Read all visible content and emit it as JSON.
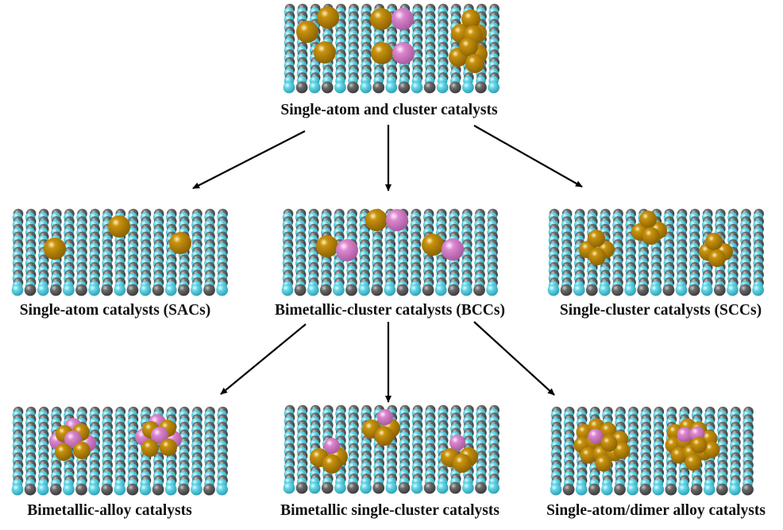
{
  "figure": {
    "colors": {
      "substrate_light": "#5fd3e4",
      "substrate_dark": "#606060",
      "metal_a": "#b8860b",
      "metal_b": "#d67fc9",
      "arrow": "#000000",
      "text": "#111111"
    },
    "nodes": [
      {
        "id": "root",
        "label": "Single-atom and cluster catalysts",
        "atoms": "pairs, single atoms and clusters"
      },
      {
        "id": "sac",
        "label": "Single-atom catalysts (SACs)",
        "atoms": "isolated single metal atoms"
      },
      {
        "id": "bcc",
        "label": "Bimetallic-cluster catalysts (BCCs)",
        "atoms": "heteronuclear metal dimers"
      },
      {
        "id": "scc",
        "label": "Single-cluster catalysts (SCCs)",
        "atoms": "small monometallic clusters"
      },
      {
        "id": "bac",
        "label": "Bimetallic-alloy catalysts",
        "atoms": "mixed alloy clusters"
      },
      {
        "id": "bscc",
        "label": "Bimetallic single-cluster catalysts",
        "atoms": "clusters capped by one heteroatom"
      },
      {
        "id": "sadac",
        "label": "Single-atom/dimer alloy catalysts",
        "atoms": "host clusters with single atom or dimer dopants"
      }
    ],
    "edges": [
      {
        "from": "root",
        "to": "sac"
      },
      {
        "from": "root",
        "to": "bcc"
      },
      {
        "from": "root",
        "to": "scc"
      },
      {
        "from": "bcc",
        "to": "bac"
      },
      {
        "from": "bcc",
        "to": "bscc"
      },
      {
        "from": "bcc",
        "to": "sadac"
      }
    ]
  }
}
